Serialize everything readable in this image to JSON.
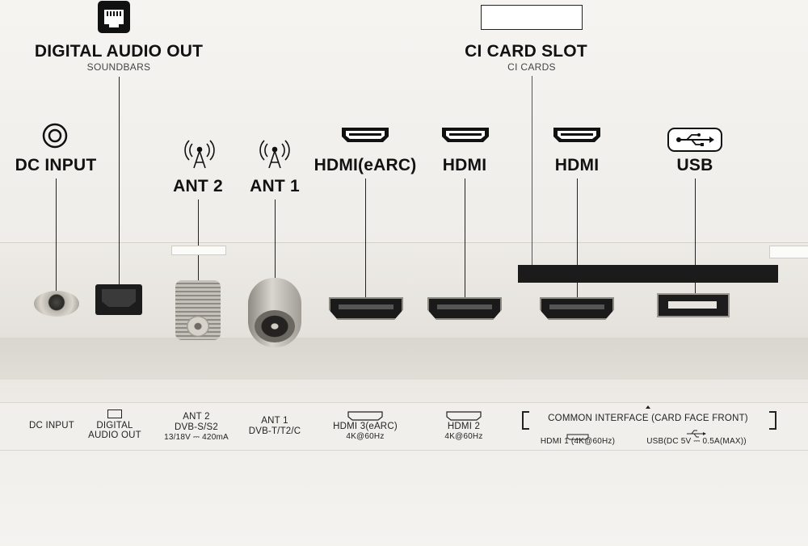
{
  "callouts": {
    "digital_audio_out": {
      "title": "DIGITAL AUDIO OUT",
      "sub": "SOUNDBARS"
    },
    "ci_card_slot": {
      "title": "CI CARD SLOT",
      "sub": "CI CARDS"
    },
    "dc_input": {
      "title": "DC INPUT"
    },
    "ant2": {
      "title": "ANT 2"
    },
    "ant1": {
      "title": "ANT 1"
    },
    "hdmi_earc": {
      "title": "HDMI(eARC)"
    },
    "hdmi_a": {
      "title": "HDMI"
    },
    "hdmi_b": {
      "title": "HDMI"
    },
    "usb": {
      "title": "USB"
    }
  },
  "strip": {
    "dc_input": "DC INPUT",
    "digital_l1": "DIGITAL",
    "digital_l2": "AUDIO OUT",
    "ant2_l1": "ANT 2",
    "ant2_l2": "DVB-S/S2",
    "ant2_l3": "13/18V ⎓ 420mA",
    "ant1_l1": "ANT 1",
    "ant1_l2": "DVB-T/T2/C",
    "hdmi3_l1": "HDMI 3(eARC)",
    "hdmi3_l2": "4K@60Hz",
    "hdmi2_l1": "HDMI 2",
    "hdmi2_l2": "4K@60Hz",
    "common_interface": "COMMON INTERFACE (CARD FACE FRONT)",
    "hdmi1": "HDMI 1 (4K@60Hz)",
    "usb": "USB(DC 5V ⎓ 0.5A(MAX))"
  },
  "icons": [
    "ethernet-icon",
    "card-icon",
    "dc-power-icon",
    "antenna-icon",
    "hdmi-icon",
    "usb-icon"
  ],
  "colors": {
    "background": "#f4f2ee",
    "ink": "#111111",
    "panel": "#e6e3de",
    "port": "#1a1a1a"
  }
}
